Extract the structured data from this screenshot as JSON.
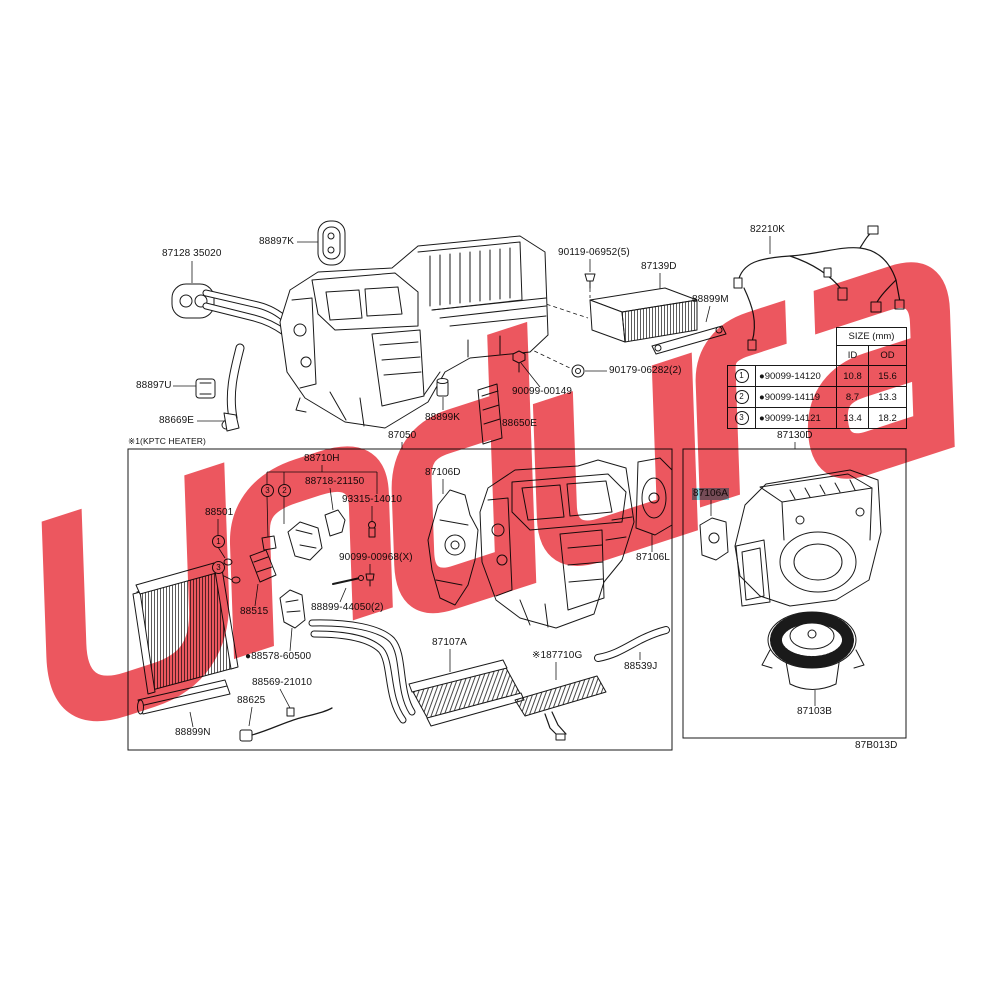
{
  "callouts": {
    "p87128_35020": "87128 35020",
    "p88897K": "88897K",
    "p90119_06952": "90119-06952(5)",
    "p87139D": "87139D",
    "p82210K": "82210K",
    "p88899M": "88899M",
    "p88897U": "88897U",
    "p88669E": "88669E",
    "p90179_06282": "90179-06282(2)",
    "p90099_00149": "90099-00149",
    "p88899K": "88899K",
    "p88650E": "88650E",
    "p87050": "87050",
    "p87130D": "87130D",
    "p88710H": "88710H",
    "p88718_21150": "88718-21150",
    "p93315_14010": "93315-14010",
    "p88501": "88501",
    "p87106D": "87106D",
    "p87106L": "87106L",
    "p90099_00968": "90099-00968(X)",
    "p88515": "88515",
    "p88899_44050": "88899-44050(2)",
    "p88578_60500": "●88578-60500",
    "p87107A": "87107A",
    "p87710G": "※187710G",
    "p88539J": "88539J",
    "p88569_21010": "88569-21010",
    "p88625": "88625",
    "p88899N": "88899N",
    "p87106A": "87106A",
    "p87103B": "87103B"
  },
  "note_ptc": "※1(KPTC HEATER)",
  "illustration_code": "87B013D",
  "circled_refs": [
    "3",
    "2",
    "1",
    "3"
  ],
  "size_table": {
    "header": "SIZE (mm)",
    "col_id": "ID",
    "col_od": "OD",
    "rows": [
      {
        "num": "1",
        "part": "●90099-14120",
        "id": "10.8",
        "od": "15.6"
      },
      {
        "num": "2",
        "part": "●90099-14119",
        "id": "8.7",
        "od": "13.3"
      },
      {
        "num": "3",
        "part": "●90099-14121",
        "id": "13.4",
        "od": "18.2"
      }
    ]
  },
  "colors": {
    "line": "#1a1a1a",
    "highlight": "#7fdfea",
    "watermark": "#e8323c"
  }
}
